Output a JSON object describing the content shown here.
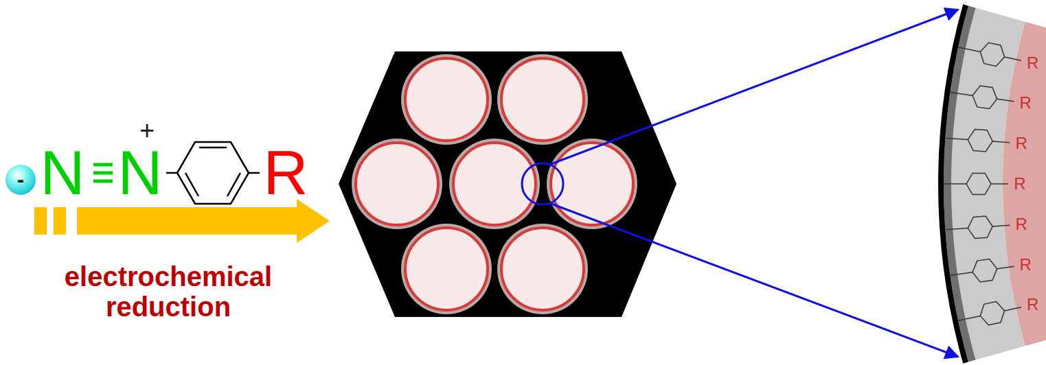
{
  "diagram": {
    "labels": [
      "-",
      "N",
      "N",
      "+",
      "R",
      "electrochemical reduction",
      "R",
      "R",
      "R",
      "R",
      "R",
      "R",
      "R"
    ]
  }
}
